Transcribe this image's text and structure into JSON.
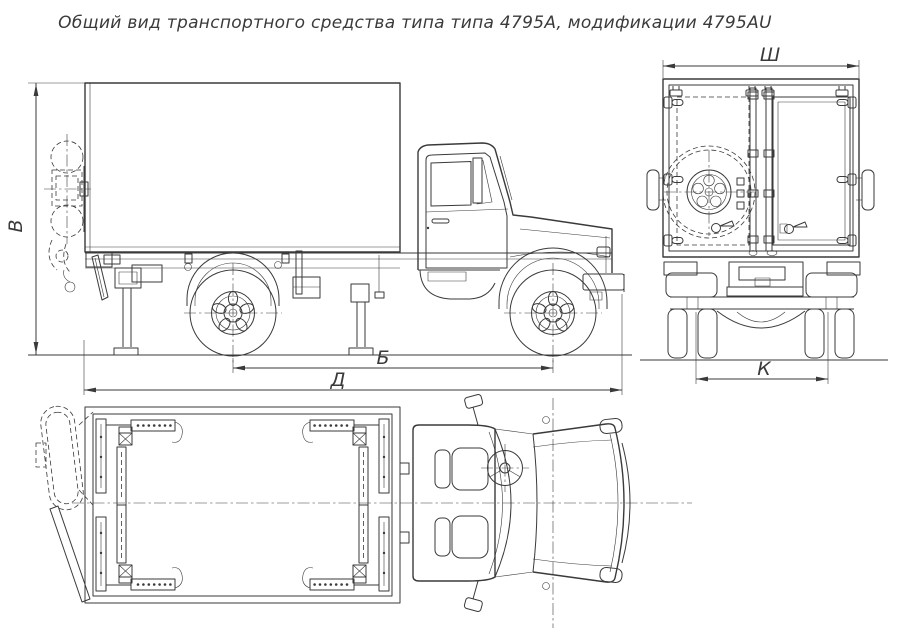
{
  "title": "Общий вид транспортного средства типа типа 4795А, модификации 4795AU",
  "colors": {
    "line": "#3a3a3a",
    "background": "#ffffff"
  },
  "dimension_labels": {
    "overall_height": "В",
    "wheelbase": "Б",
    "overall_length": "Д",
    "body_width": "Ш",
    "rear_track": "К"
  }
}
